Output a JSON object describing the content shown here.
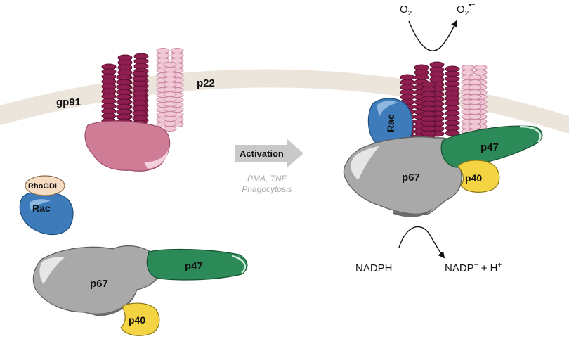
{
  "colors": {
    "membrane": "#ece5db",
    "gp91_dark": "#8e1f4f",
    "gp91_light": "#c0577f",
    "p22_fill": "#f2c9d6",
    "p22_stroke": "#c98aa2",
    "anchor": "#cf7d97",
    "rac_blue": "#3d7bbb",
    "rhogdi": "#f6dcc3",
    "p67_gray": "#a9a9a9",
    "p47_green": "#2b8a57",
    "p40_yellow": "#f4d443",
    "arrow_gray": "#c9c9c9"
  },
  "labels": {
    "gp91": "gp91",
    "p22": "p22",
    "rac_left": "Rac",
    "rhogdi": "RhoGDI",
    "rac_right": "Rac",
    "p67_left": "p67",
    "p47_left": "p47",
    "p40_left": "p40",
    "p67_right": "p67",
    "p47_right": "p47",
    "p40_right": "p40",
    "activation": "Activation",
    "stimuli_line1": "PMA, TNF",
    "stimuli_line2": "Phagocytosis"
  },
  "reaction_top": {
    "reactant_base": "O",
    "reactant_sub": "2",
    "product_base": "O",
    "product_sub": "2",
    "product_sup": "•−"
  },
  "reaction_bottom": {
    "reactant": "NADPH",
    "product_a": "NADP",
    "product_a_sup": "+",
    "plus": " + H",
    "product_b_sup": "+"
  },
  "icons": {
    "activation_arrow": "right-arrow-icon",
    "reaction_arrows": "curved-arrow-icon"
  }
}
